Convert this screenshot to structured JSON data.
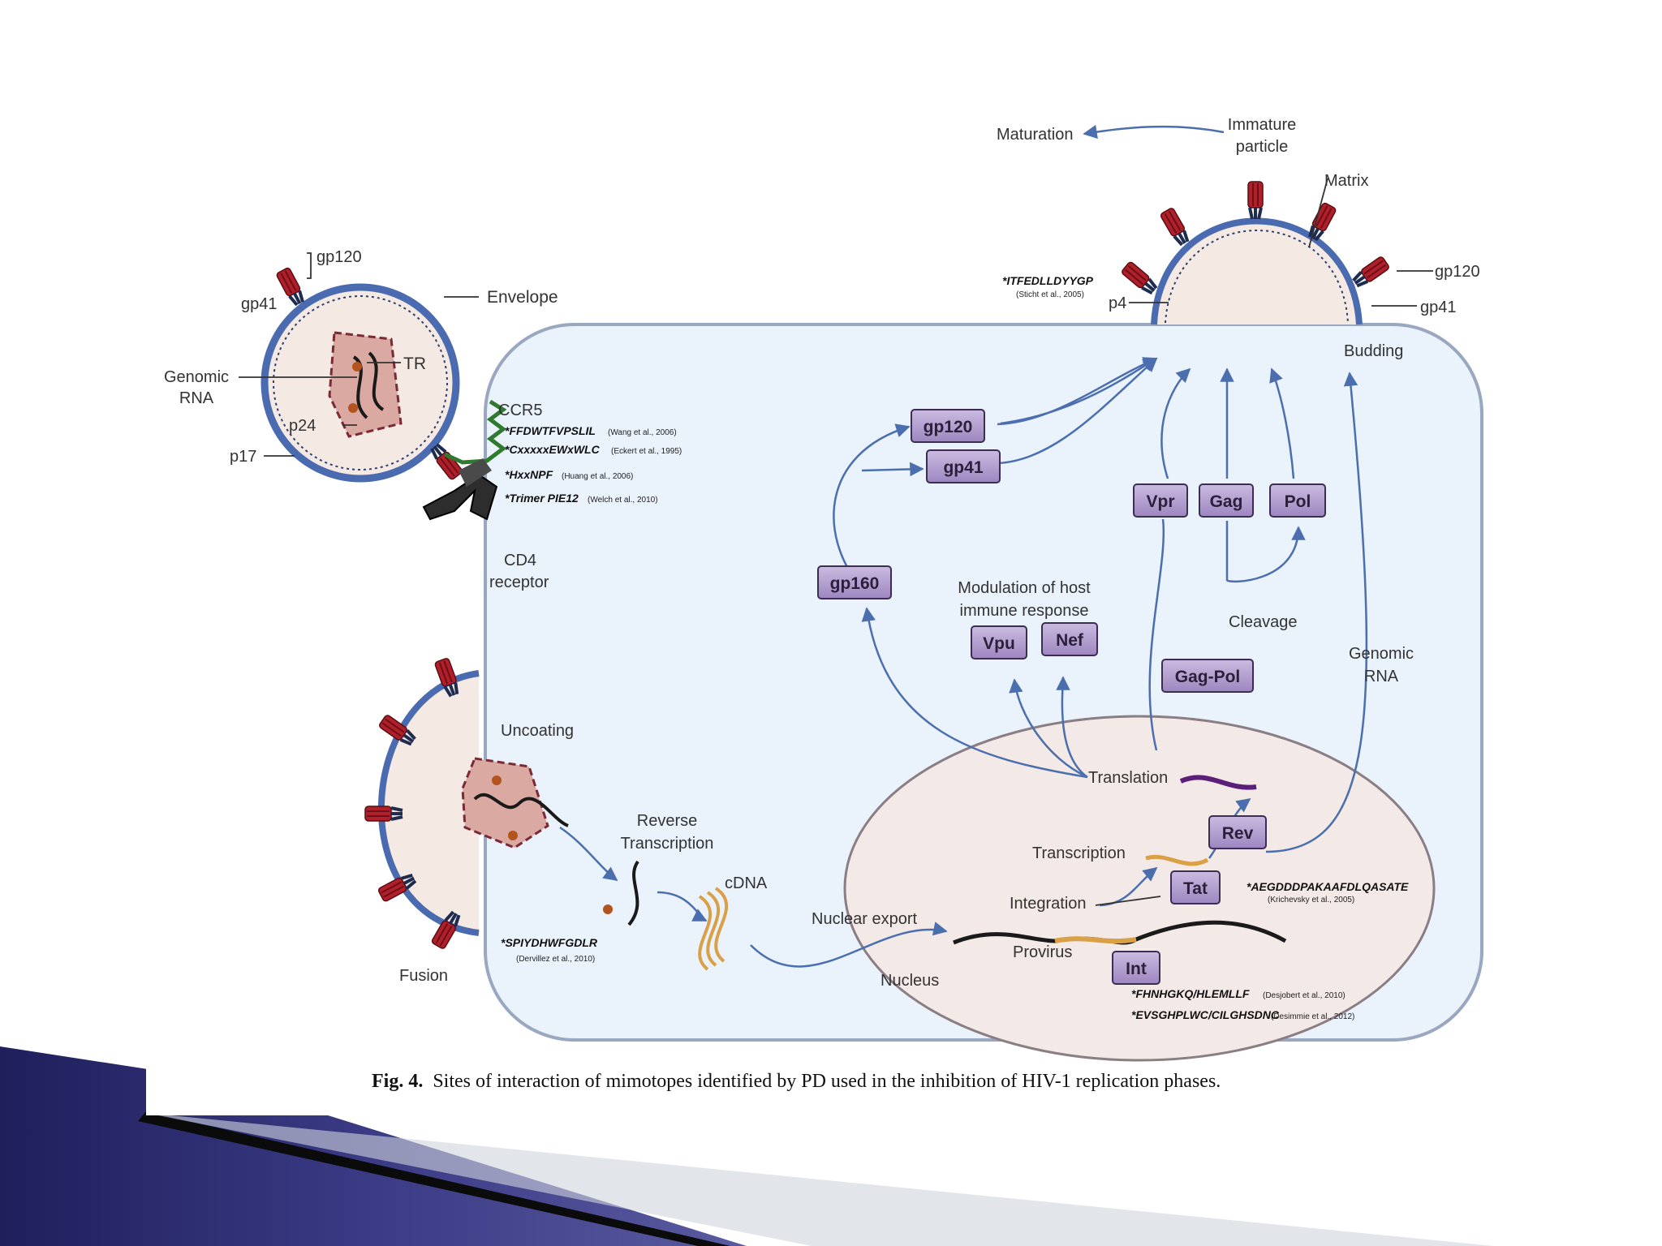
{
  "colors": {
    "cell_fill": "#eaf2fc",
    "nucleus_fill": "#f3e9e6",
    "virion_fill": "#f5e9e4",
    "membrane": "#4a6bb0",
    "box_fill": "#b39fcf",
    "spike_red": "#b0202a",
    "slide_accent": "#2a2a6e",
    "arrow": "#4b6fae"
  },
  "labels": {
    "gp120_top": "gp120",
    "gp41_top": "gp41",
    "envelope": "Envelope",
    "genomic_rna_left_1": "Genomic",
    "genomic_rna_left_2": "RNA",
    "tr": "TR",
    "p24": "p24",
    "p17": "p17",
    "ccr5": "CCR5",
    "cd4_1": "CD4",
    "cd4_2": "receptor",
    "maturation": "Maturation",
    "immature_1": "Immature",
    "immature_2": "particle",
    "matrix": "Matrix",
    "gp120_right": "gp120",
    "gp41_right": "gp41",
    "p4": "p4",
    "budding": "Budding",
    "modulation_1": "Modulation of host",
    "modulation_2": "immune response",
    "cleavage": "Cleavage",
    "genomic_rna_right_1": "Genomic",
    "genomic_rna_right_2": "RNA",
    "uncoating": "Uncoating",
    "reverse_1": "Reverse",
    "reverse_2": "Transcription",
    "cdna": "cDNA",
    "nuclear_export": "Nuclear export",
    "nucleus": "Nucleus",
    "translation": "Translation",
    "transcription": "Transcription",
    "integration": "Integration",
    "provirus": "Provirus",
    "fusion": "Fusion"
  },
  "boxes": {
    "gp120": "gp120",
    "gp41": "gp41",
    "vpr": "Vpr",
    "gag": "Gag",
    "pol": "Pol",
    "gp160": "gp160",
    "vpu": "Vpu",
    "nef": "Nef",
    "gagpol": "Gag-Pol",
    "rev": "Rev",
    "tat": "Tat",
    "int": "Int"
  },
  "peptides": {
    "p1": "*FFDWTFVPSLIL",
    "p1_ref": "(Wang et al., 2006)",
    "p2": "*CxxxxxEWxWLC",
    "p2_ref": "(Eckert et al., 1995)",
    "p3": "*HxxNPF",
    "p3_ref": "(Huang et al., 2006)",
    "p4": "*Trimer PIE12",
    "p4_ref": "(Welch et al., 2010)",
    "p5": "*ITFEDLLDYYGP",
    "p5_ref": "(Sticht et al., 2005)",
    "p6": "*SPIYDHWFGDLR",
    "p6_ref": "(Dervillez et al., 2010)",
    "p7": "*AEGDDDPAKAAFDLQASATE",
    "p7_ref": "(Krichevsky et al., 2005)",
    "p8": "*FHNHGKQ/HLEMLLF",
    "p8_ref": "(Desjobert et al., 2010)",
    "p9": "*EVSGHPLWC/CILGHSDNC",
    "p9_ref": "(Desimmie et al., 2012)"
  },
  "caption": {
    "prefix": "Fig. 4.",
    "text": "Sites of interaction of mimotopes identified by PD used in the inhibition of HIV-1 replication phases."
  }
}
